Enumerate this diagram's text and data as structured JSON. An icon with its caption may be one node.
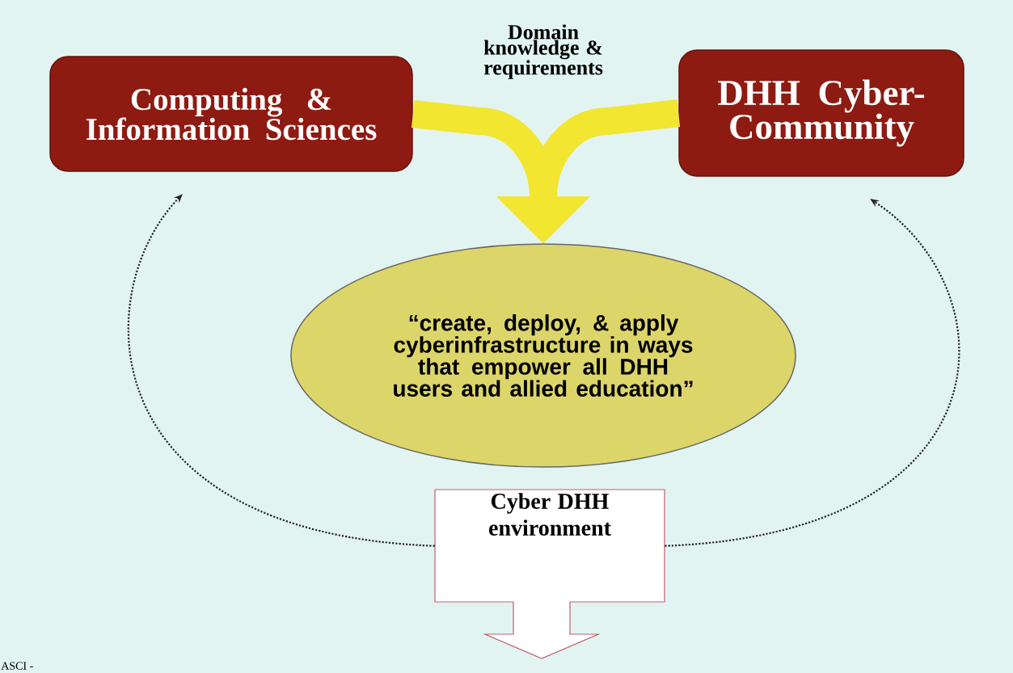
{
  "diagram": {
    "nodes": [
      {
        "text": [
          "Computing & Information Sciences"
        ]
      },
      {
        "text": [
          "DHH Cyber-Community"
        ]
      },
      {
        "text": [
          "“create, deploy, & apply cyberinfrastructure in ways that empower all DHH users and allied education”"
        ]
      },
      {
        "text": [
          "Cyber DHH environment"
        ]
      }
    ],
    "edges": [
      {
        "from": 0,
        "to": 2,
        "arrow": "to",
        "style": "thick",
        "label": "Domain knowledge & requirements"
      },
      {
        "from": 1,
        "to": 2,
        "arrow": "to",
        "style": "thick"
      },
      {
        "from": 3,
        "to": 0,
        "arrow": "to",
        "style": "dashed",
        "color": "#262626"
      },
      {
        "from": 3,
        "to": 1,
        "arrow": "to",
        "style": "dashed",
        "color": "#262626"
      }
    ],
    "labels": [
      "ASCI -"
    ]
  }
}
